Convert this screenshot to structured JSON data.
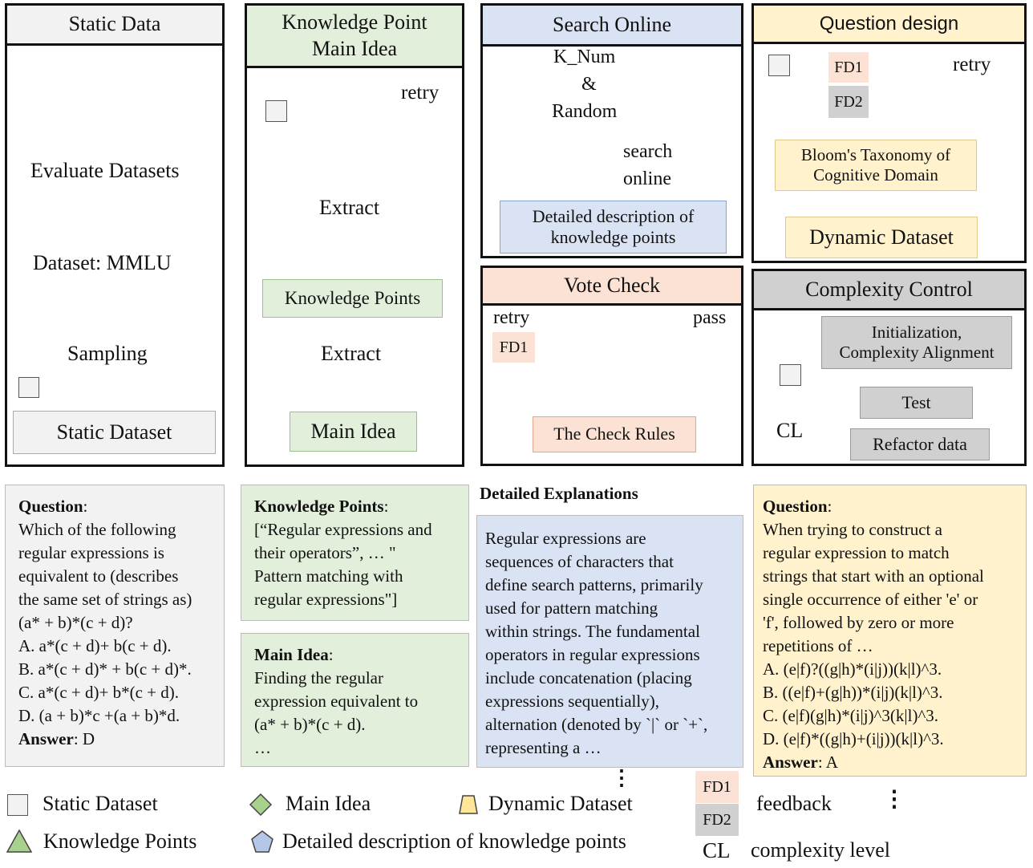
{
  "panels": {
    "static": {
      "title": "Static Data",
      "evaluate": "Evaluate Datasets",
      "dataset": "Dataset: MMLU",
      "sampling": "Sampling",
      "output": "Static Dataset"
    },
    "knowledge": {
      "title_line1": "Knowledge Point",
      "title_line2": "Main Idea",
      "retry": "retry",
      "extract1": "Extract",
      "kp_box": "Knowledge Points",
      "extract2": "Extract",
      "mi_box": "Main Idea"
    },
    "search": {
      "title": "Search Online",
      "knum1": "K_Num",
      "knum2": "&",
      "knum3": "Random",
      "search1": "search",
      "search2": "online",
      "desc1": "Detailed description of",
      "desc2": "knowledge points"
    },
    "question": {
      "title": "Question design",
      "fd1": "FD1",
      "fd2": "FD2",
      "retry": "retry",
      "bloom1": "Bloom's Taxonomy of",
      "bloom2": "Cognitive Domain",
      "dynamic": "Dynamic Dataset"
    },
    "vote": {
      "title": "Vote Check",
      "retry": "retry",
      "pass": "pass",
      "fd1": "FD1",
      "rules": "The Check Rules"
    },
    "complexity": {
      "title": "Complexity Control",
      "init1": "Initialization,",
      "init2": "Complexity Alignment",
      "cl": "CL",
      "test": "Test",
      "refactor": "Refactor data"
    }
  },
  "examples": {
    "question_static": {
      "heading": "Question",
      "colon": ":",
      "lines": [
        "Which of the following",
        "regular expressions is",
        "equivalent to (describes",
        "the same set of strings as)",
        "(a* + b)*(c + d)?",
        "A. a*(c + d)+ b(c + d).",
        "B. a*(c + d)* + b(c + d)*.",
        "C. a*(c + d)+ b*(c + d).",
        "D. (a + b)*c +(a + b)*d."
      ],
      "answer_label": "Answer",
      "answer": ":  D"
    },
    "knowledge_points": {
      "heading": "Knowledge Points",
      "colon": ":",
      "lines": [
        "[“Regular expressions and",
        "their operators”, … \"",
        "Pattern matching with",
        "regular expressions\"]"
      ]
    },
    "main_idea": {
      "heading": "Main Idea",
      "colon": ":",
      "lines": [
        "Finding the regular",
        "expression equivalent to",
        "(a* + b)*(c + d).",
        "…"
      ]
    },
    "explanations": {
      "heading": "Detailed Explanations",
      "lines": [
        "Regular expressions are",
        "sequences of characters that",
        "define search patterns, primarily",
        "used for pattern matching",
        "within strings. The fundamental",
        "operators in regular expressions",
        "include concatenation (placing",
        "expressions sequentially),",
        "alternation (denoted by `|` or `+`,",
        "representing a …"
      ],
      "ellipsis": "⋮"
    },
    "question_dynamic": {
      "heading": "Question",
      "colon": ":",
      "lines": [
        "When trying to construct a",
        "regular expression to match",
        "strings that start with an optional",
        "single occurrence of either 'e' or",
        "'f', followed by zero or more",
        "repetitions of …",
        "A. (e|f)?((g|h)*(i|j))(k|l)^3.",
        "B. ((e|f)+(g|h))*(i|j)(k|l)^3.",
        "C. (e|f)(g|h)*(i|j)^3(k|l)^3.",
        "D. (e|f)*((g|h)+(i|j))(k|l)^3."
      ],
      "answer_label": "Answer",
      "answer": ":  A"
    }
  },
  "legend": {
    "static": "Static Dataset",
    "main_idea": "Main Idea",
    "dynamic": "Dynamic Dataset",
    "knowledge": "Knowledge Points",
    "detailed": "Detailed description of knowledge points",
    "fd1": "FD1",
    "fd2": "FD2",
    "feedback": "feedback",
    "ellipsis": "⋮",
    "cl": "CL",
    "cl_text": "complexity level"
  },
  "colors": {
    "green": "#e2efda",
    "green_shape": "#a9d18e",
    "blue": "#dae3f3",
    "blue_shape": "#b4c7e7",
    "yellow": "#fff2cc",
    "yellow_shape": "#ffe699",
    "gray": "#d0d0d0",
    "light_gray": "#f2f2f2",
    "orange": "#fbe2d5",
    "dot_orange": "#f4b183"
  }
}
